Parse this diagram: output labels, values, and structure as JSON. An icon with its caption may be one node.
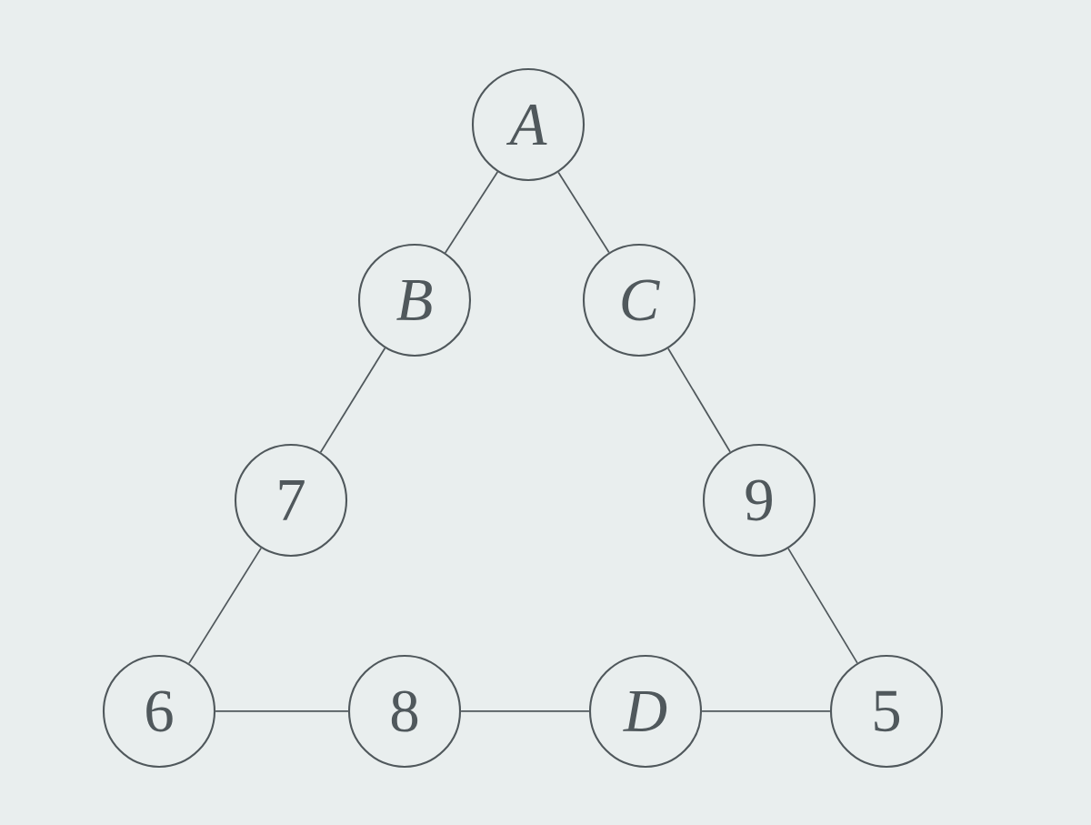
{
  "diagram": {
    "nodes": [
      {
        "text": [
          "A"
        ]
      },
      {
        "text": [
          "B"
        ]
      },
      {
        "text": [
          "C"
        ]
      },
      {
        "text": [
          "7"
        ]
      },
      {
        "text": [
          "9"
        ]
      },
      {
        "text": [
          "6"
        ]
      },
      {
        "text": [
          "8"
        ]
      },
      {
        "text": [
          "D"
        ]
      },
      {
        "text": [
          "5"
        ]
      }
    ],
    "edges": [
      {
        "from": 0,
        "to": 1,
        "arrow": "none"
      },
      {
        "from": 0,
        "to": 2,
        "arrow": "none"
      },
      {
        "from": 1,
        "to": 3,
        "arrow": "none"
      },
      {
        "from": 2,
        "to": 4,
        "arrow": "none"
      },
      {
        "from": 3,
        "to": 5,
        "arrow": "none"
      },
      {
        "from": 4,
        "to": 8,
        "arrow": "none"
      },
      {
        "from": 5,
        "to": 6,
        "arrow": "none"
      },
      {
        "from": 6,
        "to": 7,
        "arrow": "none"
      },
      {
        "from": 7,
        "to": 8,
        "arrow": "none"
      }
    ]
  }
}
